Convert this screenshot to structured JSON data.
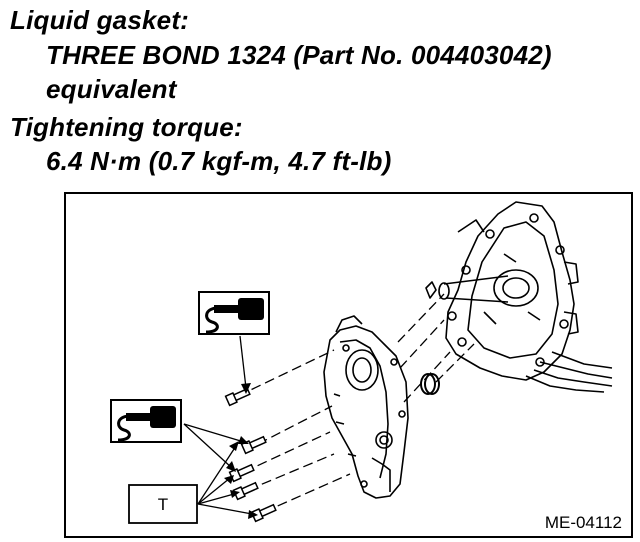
{
  "specs": {
    "gasket_heading": "Liquid gasket:",
    "gasket_line1": "THREE BOND 1324 (Part No. 004403042)",
    "gasket_line2": "equivalent",
    "torque_heading": "Tightening torque:",
    "torque_value": "6.4 N·m (0.7 kgf-m, 4.7 ft-lb)"
  },
  "figure": {
    "torque_symbol": "T",
    "figure_code": "ME-04112",
    "icons": [
      "liquid-gasket-icon",
      "liquid-gasket-icon"
    ]
  }
}
